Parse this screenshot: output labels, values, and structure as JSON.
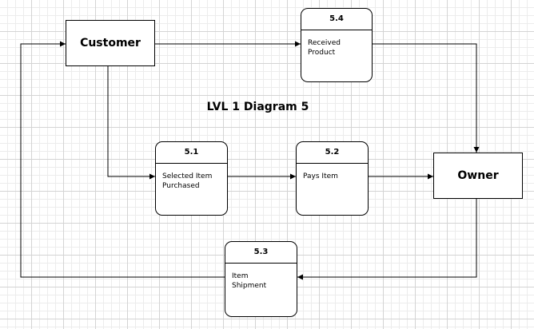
{
  "title": "LVL 1 Diagram 5",
  "entities": {
    "customer": "Customer",
    "owner": "Owner"
  },
  "processes": {
    "p51": {
      "id": "5.1",
      "line1": "Selected Item",
      "line2": "Purchased"
    },
    "p52": {
      "id": "5.2",
      "line1": "Pays Item",
      "line2": ""
    },
    "p53": {
      "id": "5.3",
      "line1": "Item",
      "line2": "Shipment"
    },
    "p54": {
      "id": "5.4",
      "line1": "Received",
      "line2": "Product"
    }
  },
  "flows": [
    {
      "from": "Customer",
      "to": "5.4"
    },
    {
      "from": "5.4",
      "to": "Owner"
    },
    {
      "from": "Customer",
      "to": "5.1"
    },
    {
      "from": "5.1",
      "to": "5.2"
    },
    {
      "from": "5.2",
      "to": "Owner"
    },
    {
      "from": "Owner",
      "to": "5.3"
    },
    {
      "from": "5.3",
      "to": "Customer"
    }
  ],
  "colors": {
    "line": "#000000",
    "grid": "#d4d4d4",
    "background": "#ffffff"
  }
}
